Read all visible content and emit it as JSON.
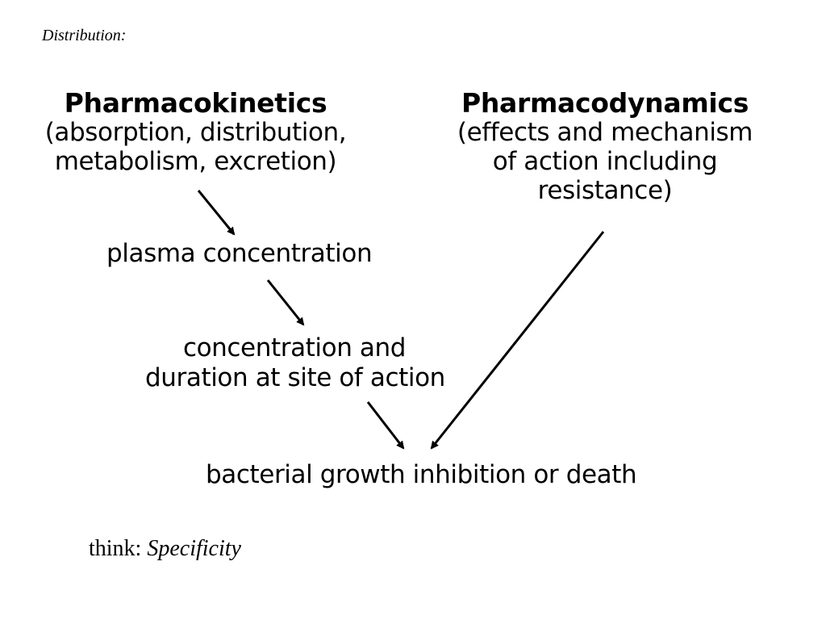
{
  "header": {
    "section_label": "Distribution:"
  },
  "diagram": {
    "pharmacokinetics": {
      "title": "Pharmacokinetics",
      "detail_lines": [
        "(absorption, distribution,",
        "metabolism, excretion)"
      ]
    },
    "pharmacodynamics": {
      "title": "Pharmacodynamics",
      "detail_lines": [
        "(effects and mechanism",
        "of action including",
        "resistance)"
      ]
    },
    "plasma": {
      "lines": [
        "plasma concentration"
      ]
    },
    "site_of_action": {
      "lines": [
        "concentration and",
        "duration at site of action"
      ]
    },
    "outcome": {
      "lines": [
        "bacterial growth inhibition or death"
      ]
    }
  },
  "footer": {
    "prefix": "think: ",
    "emphasis": "Specificity"
  }
}
